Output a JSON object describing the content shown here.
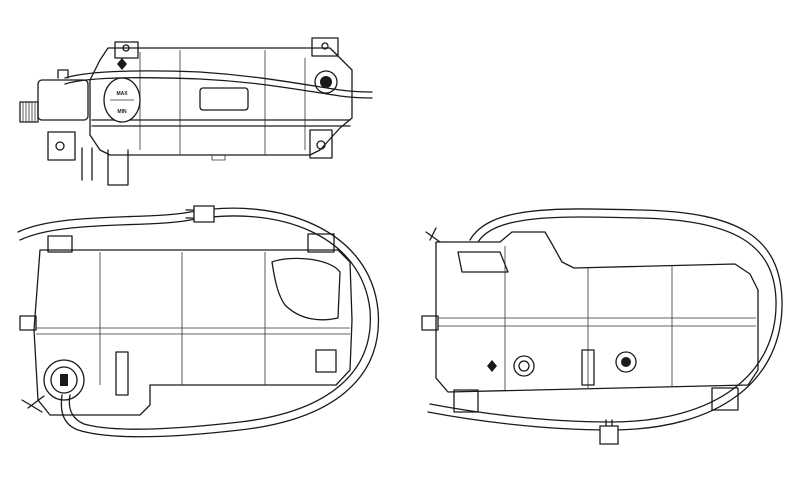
{
  "diagram": {
    "views": [
      {
        "id": "top-view",
        "markings": {
          "max": "MAX",
          "min": "MIN"
        }
      },
      {
        "id": "front-view"
      },
      {
        "id": "side-view"
      }
    ]
  }
}
